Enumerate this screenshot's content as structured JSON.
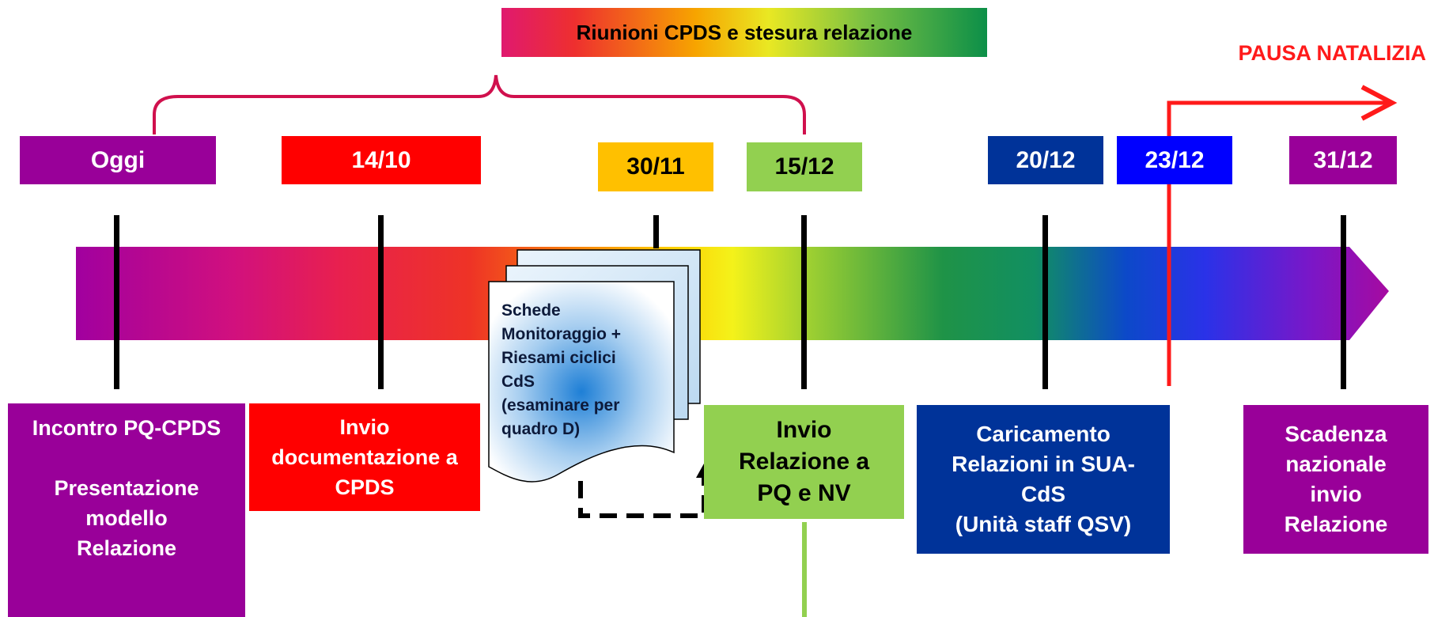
{
  "top_band": {
    "label": "Riunioni CPDS e stesura relazione"
  },
  "pausa": {
    "label": "PAUSA NATALIZIA"
  },
  "dates": {
    "oggi": "Oggi",
    "d1410": "14/10",
    "d3011": "30/11",
    "d1512": "15/12",
    "d2012": "20/12",
    "d2312": "23/12",
    "d3112": "31/12"
  },
  "boxes": {
    "incontro": {
      "line1": "Incontro PQ-CPDS",
      "line2": "Presentazione",
      "line3": "modello",
      "line4": "Relazione"
    },
    "invio_doc": {
      "line1": "Invio",
      "line2": "documentazione a",
      "line3": "CPDS"
    },
    "invio_rel": {
      "line1": "Invio",
      "line2": "Relazione a",
      "line3": "PQ e NV"
    },
    "caricamento": {
      "line1": "Caricamento",
      "line2": "Relazioni in SUA-",
      "line3": "CdS",
      "line4": "(Unità staff QSV)"
    },
    "scadenza": {
      "line1": "Scadenza",
      "line2": "nazionale",
      "line3": "invio",
      "line4": "Relazione"
    }
  },
  "document": {
    "line1": "Schede",
    "line2": "Monitoraggio +",
    "line3": "Riesami ciclici",
    "line4": "CdS",
    "line5": "(esaminare per",
    "line6": "quadro D)"
  },
  "colors": {
    "purple": "#990099",
    "red": "#ff0000",
    "orange": "#ffc000",
    "green": "#92d050",
    "navy": "#003399",
    "blue": "#0000ff"
  }
}
